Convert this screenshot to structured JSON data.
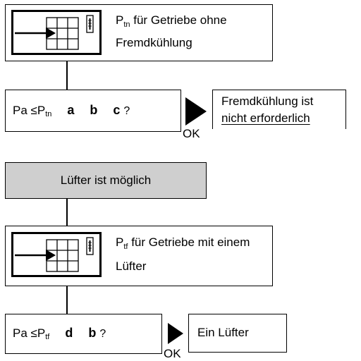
{
  "steps": [
    {
      "kind": "info",
      "symbol": "P",
      "subscript": "tn",
      "line1_rest": " für Getriebe ohne",
      "line2": "Fremdkühlung"
    },
    {
      "kind": "check",
      "lhs": "Pa ≤P",
      "subscript": "tn",
      "vars": [
        "a",
        "b",
        "c"
      ],
      "question": "?",
      "ok_label": "OK",
      "result_line1": "Fremdkühlung ist",
      "result_line2": "nicht erforderlich"
    },
    {
      "kind": "highlight",
      "text": "Lüfter ist möglich"
    },
    {
      "kind": "info",
      "symbol": "P",
      "subscript": "tf",
      "line1_rest": " für Getriebe mit einem",
      "line2": "Lüfter"
    },
    {
      "kind": "check",
      "lhs": "Pa ≤P",
      "subscript": "tf",
      "vars": [
        "d",
        "b"
      ],
      "question": "?",
      "ok_label": "OK",
      "result_line1": "Ein Lüfter"
    }
  ],
  "colors": {
    "highlight_fill": "#cfcfcf",
    "stroke": "#000000"
  },
  "icons": [
    "heat-exchanger-icon",
    "thermometer-icon",
    "right-arrow-icon"
  ]
}
